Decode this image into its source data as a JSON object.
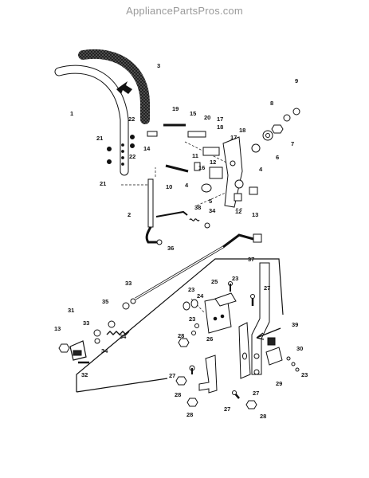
{
  "watermark": "AppliancePartsPros.com",
  "callouts": [
    {
      "id": "c1",
      "label": "1"
    },
    {
      "id": "c2",
      "label": "2"
    },
    {
      "id": "c3",
      "label": "3"
    },
    {
      "id": "c4a",
      "label": "4"
    },
    {
      "id": "c4b",
      "label": "4"
    },
    {
      "id": "c5",
      "label": "5"
    },
    {
      "id": "c6",
      "label": "6"
    },
    {
      "id": "c7",
      "label": "7"
    },
    {
      "id": "c8",
      "label": "8"
    },
    {
      "id": "c9",
      "label": "9"
    },
    {
      "id": "c10",
      "label": "10"
    },
    {
      "id": "c11",
      "label": "11"
    },
    {
      "id": "c12a",
      "label": "12"
    },
    {
      "id": "c12b",
      "label": "12"
    },
    {
      "id": "c13a",
      "label": "13"
    },
    {
      "id": "c13b",
      "label": "13"
    },
    {
      "id": "c14",
      "label": "14"
    },
    {
      "id": "c15",
      "label": "15"
    },
    {
      "id": "c16",
      "label": "16"
    },
    {
      "id": "c17a",
      "label": "17"
    },
    {
      "id": "c17b",
      "label": "17"
    },
    {
      "id": "c18a",
      "label": "18"
    },
    {
      "id": "c18b",
      "label": "18"
    },
    {
      "id": "c19",
      "label": "19"
    },
    {
      "id": "c20",
      "label": "20"
    },
    {
      "id": "c21a",
      "label": "21"
    },
    {
      "id": "c21b",
      "label": "21"
    },
    {
      "id": "c22a",
      "label": "22"
    },
    {
      "id": "c22b",
      "label": "22"
    },
    {
      "id": "c23a",
      "label": "23"
    },
    {
      "id": "c23b",
      "label": "23"
    },
    {
      "id": "c23c",
      "label": "23"
    },
    {
      "id": "c23d",
      "label": "23"
    },
    {
      "id": "c24",
      "label": "24"
    },
    {
      "id": "c25",
      "label": "25"
    },
    {
      "id": "c26",
      "label": "26"
    },
    {
      "id": "c27a",
      "label": "27"
    },
    {
      "id": "c27b",
      "label": "27"
    },
    {
      "id": "c27c",
      "label": "27"
    },
    {
      "id": "c27d",
      "label": "27"
    },
    {
      "id": "c28a",
      "label": "28"
    },
    {
      "id": "c28b",
      "label": "28"
    },
    {
      "id": "c28c",
      "label": "28"
    },
    {
      "id": "c28d",
      "label": "28"
    },
    {
      "id": "c29",
      "label": "29"
    },
    {
      "id": "c30",
      "label": "30"
    },
    {
      "id": "c31",
      "label": "31"
    },
    {
      "id": "c32",
      "label": "32"
    },
    {
      "id": "c33a",
      "label": "33"
    },
    {
      "id": "c33b",
      "label": "33"
    },
    {
      "id": "c34a",
      "label": "34"
    },
    {
      "id": "c34b",
      "label": "34"
    },
    {
      "id": "c34c",
      "label": "34"
    },
    {
      "id": "c35",
      "label": "35"
    },
    {
      "id": "c36",
      "label": "36"
    },
    {
      "id": "c37",
      "label": "37"
    },
    {
      "id": "c38",
      "label": "38"
    },
    {
      "id": "c39",
      "label": "39"
    }
  ]
}
